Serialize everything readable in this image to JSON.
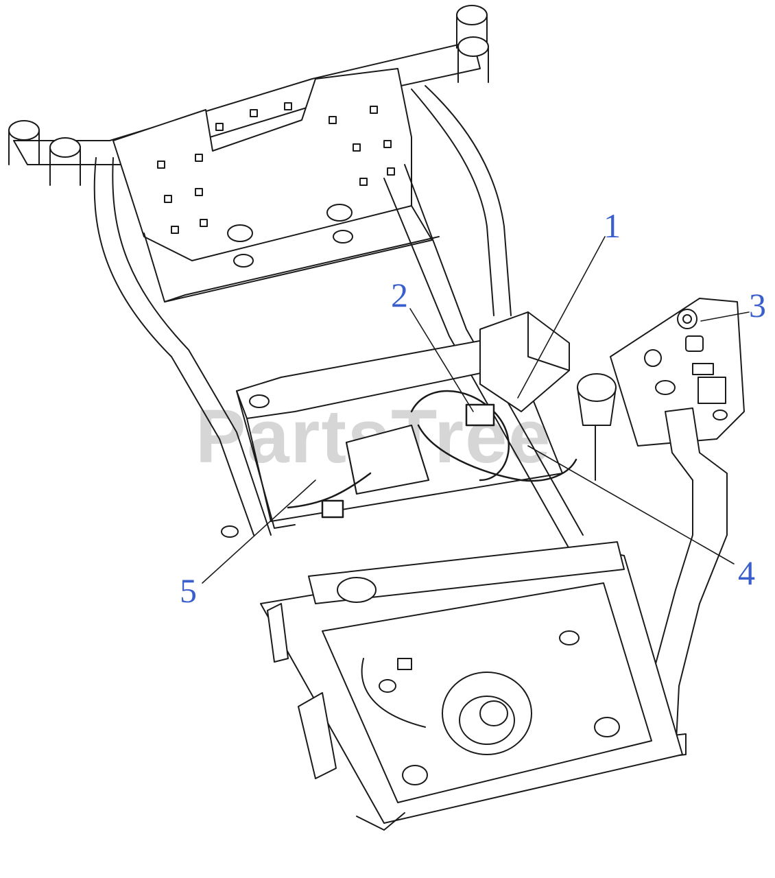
{
  "diagram": {
    "callouts": [
      {
        "id": "1",
        "label": "1"
      },
      {
        "id": "2",
        "label": "2"
      },
      {
        "id": "3",
        "label": "3"
      },
      {
        "id": "4",
        "label": "4"
      },
      {
        "id": "5",
        "label": "5"
      }
    ],
    "watermark": "PartsTree",
    "colors": {
      "callout": "#3a5fcd",
      "line": "#1a1a1a",
      "watermark": "#b4b4b4"
    }
  }
}
